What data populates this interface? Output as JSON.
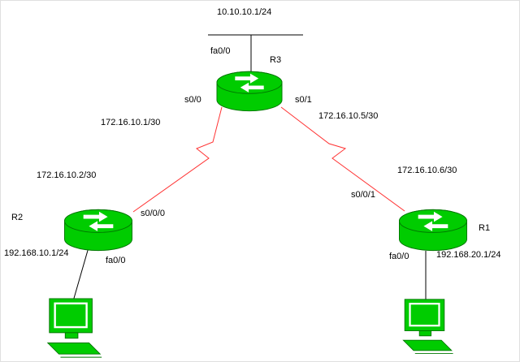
{
  "colors": {
    "device_green": "#00CC00",
    "device_outline": "#007700",
    "serial_link_red": "#ff3333",
    "ethernet_link_black": "#000000"
  },
  "devices": {
    "r3": {
      "name": "R3",
      "lan_interface": "fa0/0",
      "serial_left_interface": "s0/0",
      "serial_right_interface": "s0/1"
    },
    "r2": {
      "name": "R2",
      "serial_interface": "s0/0/0",
      "serial_ip": "172.16.10.2/30",
      "lan_interface": "fa0/0",
      "lan_ip": "192.168.10.1/24"
    },
    "r1": {
      "name": "R1",
      "serial_interface": "s0/0/1",
      "serial_ip": "172.16.10.6/30",
      "lan_interface": "fa0/0",
      "lan_ip": "192.168.20.1/24"
    }
  },
  "networks": {
    "top_lan_ip": "10.10.10.1/24",
    "r3_r2_link_ip": "172.16.10.1/30",
    "r3_r1_link_ip": "172.16.10.5/30"
  }
}
